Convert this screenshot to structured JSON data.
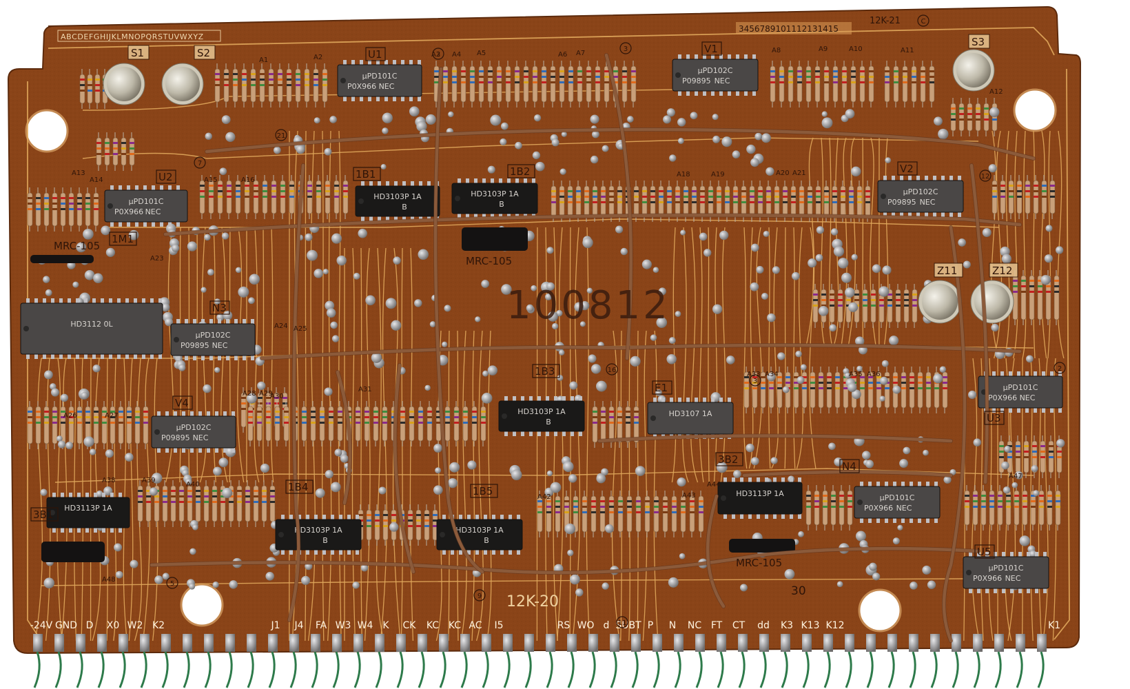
{
  "board": {
    "alphabet_strip": "ABCDEFGHIJKLMNOPQRSTUVWXYZ",
    "number_strip": "3456789101112131415",
    "part_code": "12K-21",
    "serial": "100812",
    "bottom_part_code": "12K-20",
    "thirty": "30"
  },
  "ics": [
    {
      "id": "U1",
      "brand": "NEC",
      "part": "μPD101C",
      "date": "P0X966"
    },
    {
      "id": "V1",
      "brand": "NEC",
      "part": "μPD102C",
      "date": "P09895"
    },
    {
      "id": "U2",
      "brand": "NEC",
      "part": "μPD101C",
      "date": "P0X966"
    },
    {
      "id": "V2",
      "brand": "NEC",
      "part": "μPD102C",
      "date": "P09895"
    },
    {
      "id": "1B1",
      "part": "HD3103P 1A",
      "mark": "B"
    },
    {
      "id": "1B2",
      "part": "HD3103P 1A",
      "mark": "B"
    },
    {
      "id": "1M1",
      "part": "HD3112 0L"
    },
    {
      "id": "N3",
      "brand": "NEC",
      "part": "μPD102C",
      "date": "P09895"
    },
    {
      "id": "V4",
      "brand": "NEC",
      "part": "μPD102C",
      "date": "P09895"
    },
    {
      "id": "1B3",
      "part": "HD3103P 1A",
      "mark": "B"
    },
    {
      "id": "E1",
      "part": "HD3107 1A"
    },
    {
      "id": "U3",
      "brand": "NEC",
      "part": "μPD101C",
      "date": "P0X966"
    },
    {
      "id": "3B1",
      "part": "HD3113P 1A"
    },
    {
      "id": "1B4",
      "part": "HD3103P 1A",
      "mark": "B"
    },
    {
      "id": "1B5",
      "part": "HD3103P 1A",
      "mark": "B"
    },
    {
      "id": "3B2",
      "part": "HD3113P 1A"
    },
    {
      "id": "N4",
      "brand": "NEC",
      "part": "μPD101C",
      "date": "P0X966"
    },
    {
      "id": "U5",
      "brand": "NEC",
      "part": "μPD101C",
      "date": "P0X966"
    }
  ],
  "transistors": [
    "S1",
    "S2",
    "S3",
    "Z11",
    "Z12"
  ],
  "mrc_labels": [
    "MRC-105",
    "MRC-105",
    "MRC-105"
  ],
  "resistor_labels": [
    "A1",
    "A2",
    "A3",
    "A4",
    "A5",
    "A6",
    "A7",
    "A8",
    "A9",
    "A10",
    "A11",
    "A12",
    "A13",
    "A14",
    "A15",
    "A16",
    "A18",
    "A19",
    "A20",
    "A21",
    "A23",
    "A24",
    "A25",
    "A26",
    "A27",
    "A28",
    "A29",
    "A30",
    "A31",
    "A33",
    "A34",
    "A35",
    "A36",
    "A38",
    "A39",
    "A40",
    "A42",
    "A43",
    "A44",
    "A47",
    "A48"
  ],
  "edge_labels": [
    "-24V",
    "GND",
    "D",
    "X0",
    "W2",
    "K2",
    "J1",
    "J4",
    "FA",
    "W3",
    "W4",
    "K",
    "CK",
    "KC",
    "KC",
    "AC",
    "I5",
    "RS",
    "WO",
    "d",
    "SUBT",
    "P",
    "N",
    "NC",
    "FT",
    "CT",
    "dd",
    "K3",
    "K13",
    "K12",
    "K1"
  ],
  "circle_marks": [
    "2",
    "3",
    "21",
    "16",
    "3",
    "2",
    "9",
    "11",
    "5",
    "7",
    "12",
    "C"
  ],
  "colors": {
    "substrate": "#8a4418",
    "trace": "#e0a85c",
    "wire": "#8b5a3a",
    "ic_body": "#4a4746",
    "ic_dark": "#1a1918",
    "solder": "#a9a9ab",
    "edge_wire": "#2d7a4a"
  }
}
